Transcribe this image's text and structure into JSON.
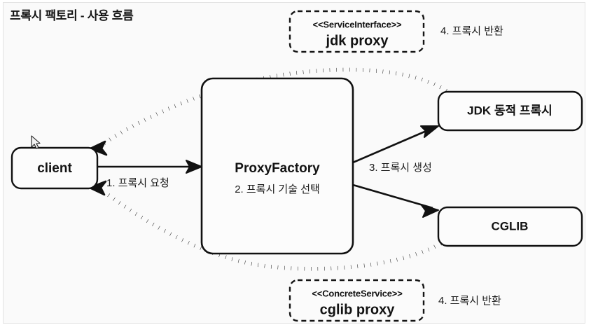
{
  "diagram": {
    "title": "프록시 팩토리 - 사용 흐름",
    "background_color": "#fafafa",
    "stroke_color": "#111111",
    "nodes": {
      "client": {
        "label": "client"
      },
      "proxy_factory": {
        "label": "ProxyFactory",
        "sub_label": "2. 프록시 기술 선택"
      },
      "jdk_dynamic_proxy": {
        "label": "JDK 동적 프록시"
      },
      "cglib": {
        "label": "CGLIB"
      },
      "jdk_proxy_note": {
        "stereotype": "<<ServiceInterface>>",
        "label": "jdk proxy"
      },
      "cglib_proxy_note": {
        "stereotype": "<<ConcreteService>>",
        "label": "cglib proxy"
      }
    },
    "edge_labels": {
      "request_proxy": "1. 프록시 요청",
      "create_proxy": "3. 프록시 생성",
      "return_proxy_top": "4. 프록시 반환",
      "return_proxy_bottom": "4. 프록시 반환"
    },
    "cursor": {
      "icon": "mouse-pointer-icon"
    }
  }
}
